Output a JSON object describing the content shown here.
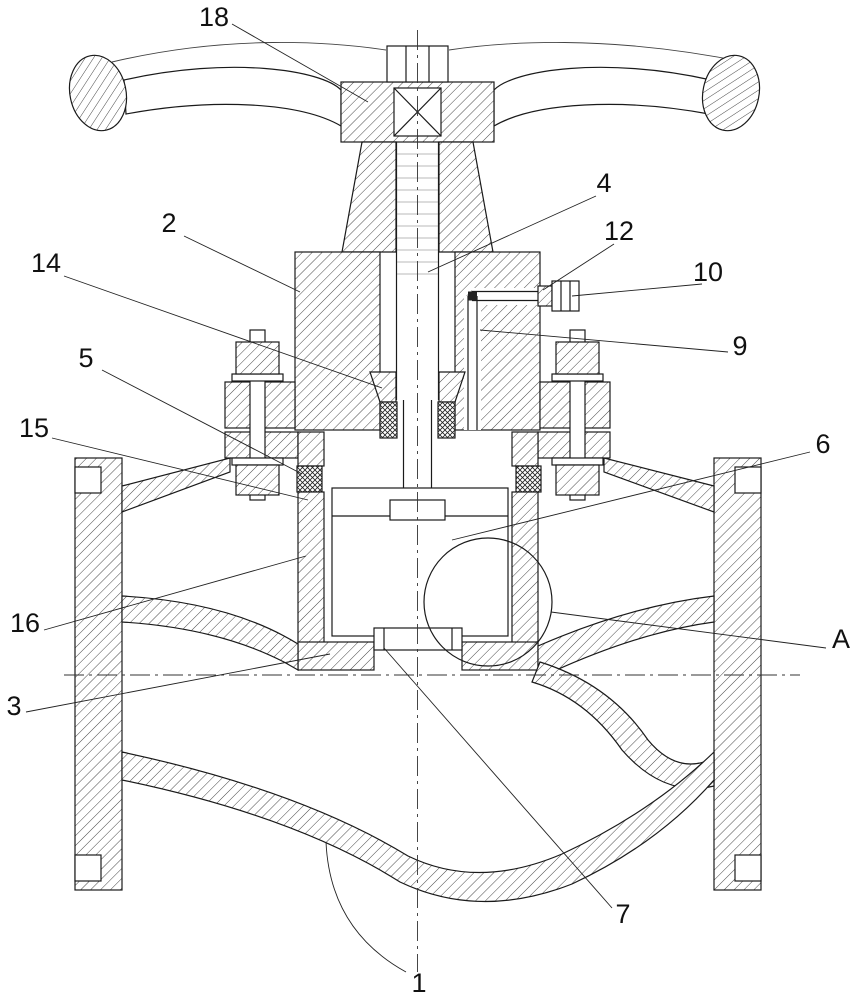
{
  "figure": {
    "background": "#ffffff",
    "line_color": "#1a1a1a",
    "hatch_color": "#333333"
  },
  "callouts": [
    {
      "id": "18",
      "label": "18"
    },
    {
      "id": "4",
      "label": "4"
    },
    {
      "id": "2",
      "label": "2"
    },
    {
      "id": "12",
      "label": "12"
    },
    {
      "id": "14",
      "label": "14"
    },
    {
      "id": "10",
      "label": "10"
    },
    {
      "id": "5",
      "label": "5"
    },
    {
      "id": "9",
      "label": "9"
    },
    {
      "id": "15",
      "label": "15"
    },
    {
      "id": "6",
      "label": "6"
    },
    {
      "id": "16",
      "label": "16"
    },
    {
      "id": "A",
      "label": "A"
    },
    {
      "id": "3",
      "label": "3"
    },
    {
      "id": "7",
      "label": "7"
    },
    {
      "id": "1",
      "label": "1"
    }
  ]
}
